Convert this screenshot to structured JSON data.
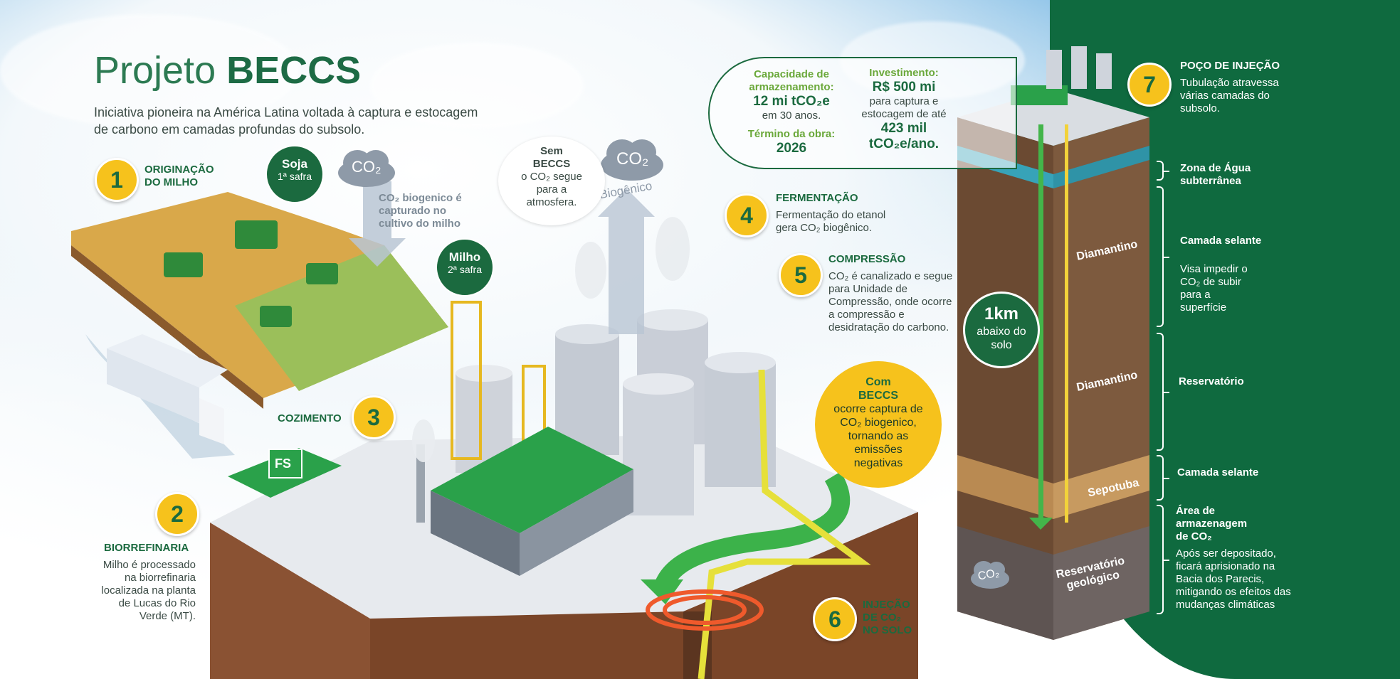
{
  "header": {
    "title_thin": "Projeto",
    "title_bold": "BECCS",
    "subtitle": "Iniciativa pioneira na América Latina voltada à captura e estocagem de carbono em camadas profundas do subsolo."
  },
  "colors": {
    "dark_green": "#1b6a3f",
    "badge_yellow": "#f6c21c",
    "panel_green": "#0f6a3f"
  },
  "steps": [
    {
      "number": "1",
      "title": "ORIGINAÇÃO DO MILHO"
    },
    {
      "number": "2",
      "title": "BIORREFINARIA",
      "text": "Milho é processado na biorrefinaria localizada na planta de Lucas do Rio Verde (MT)."
    },
    {
      "number": "3",
      "title": "COZIMENTO"
    },
    {
      "number": "4",
      "title": "FERMENTAÇÃO",
      "text": "Fermentação do etanol gera CO₂ biogênico."
    },
    {
      "number": "5",
      "title": "COMPRESSÃO",
      "text": "CO₂ é canalizado e segue para Unidade de Compressão, onde ocorre a compressão e desidratação do carbono."
    },
    {
      "number": "6",
      "title": "INJEÇÃO DE CO₂ NO SOLO"
    },
    {
      "number": "7",
      "title": "POÇO DE INJEÇÃO",
      "text": "Tubulação atravessa várias camadas do subsolo."
    }
  ],
  "crops": {
    "soja": {
      "name": "Soja",
      "safra": "1ª safra"
    },
    "milho": {
      "name": "Milho",
      "safra": "2ª safra"
    }
  },
  "co2_cloud": {
    "label": "CO₂",
    "caption": "CO₂ biogenico é capturado no cultivo do milho"
  },
  "biogenic_cloud": {
    "label": "CO₂",
    "caption": "Biogênico"
  },
  "sem_beccs": {
    "line1": "Sem",
    "line2": "BECCS",
    "line3": "o CO₂ segue para a atmosfera."
  },
  "com_beccs": {
    "line1": "Com",
    "line2": "BECCS",
    "line3": "ocorre captura de CO₂ biogenico, tornando as emissões negativas"
  },
  "info": {
    "capacity_label": "Capacidade de armazenamento:",
    "capacity_value": "12 mi tCO₂e",
    "capacity_sub": "em 30 anos.",
    "end_label": "Término da obra:",
    "end_value": "2026",
    "investment_label": "Investimento:",
    "investment_value": "R$ 500 mi",
    "investment_sub": "para captura e estocagem de até",
    "investment_value2": "423 mil tCO₂e/ano."
  },
  "well": {
    "depth_value": "1km",
    "depth_text": "abaixo do solo",
    "layer1": "Diamantino",
    "layer2": "Diamantino",
    "layer3": "Sepotuba",
    "reservoir": "Reservatório geológico",
    "co2_label": "CO₂"
  },
  "right_labels": {
    "water": "Zona de Água subterrânea",
    "seal_title": "Camada selante",
    "seal_text": "Visa impedir o CO₂ de subir para a superfície",
    "reservoir": "Reservatório",
    "seal2": "Camada selante",
    "storage_title": "Área de armazenagem de CO₂",
    "storage_text": "Após ser depositado, ficará aprisionado na Bacia dos Parecis, mitigando os efeitos das mudanças climáticas"
  },
  "logo_text": "FS"
}
